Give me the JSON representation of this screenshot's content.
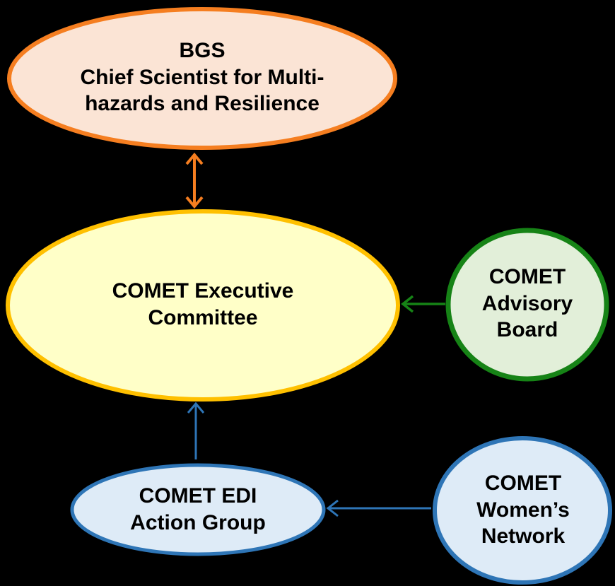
{
  "background_color": "#000000",
  "text_color": "#000000",
  "nodes": {
    "bgs": {
      "text": "BGS\nChief Scientist for Multi-\nhazards and Resilience",
      "fill_color": "#FBE4D5",
      "border_color": "#F57E20"
    },
    "executive_committee": {
      "text": "COMET Executive\nCommittee",
      "fill_color": "#FFFFC8",
      "border_color": "#FFC000"
    },
    "advisory_board": {
      "text": "COMET\nAdvisory\nBoard",
      "fill_color": "#E2EFD9",
      "border_color": "#168316"
    },
    "edi_action_group": {
      "text": "COMET EDI\nAction Group",
      "fill_color": "#DEEBF7",
      "border_color": "#2E75B6"
    },
    "womens_network": {
      "text": "COMET\nWomen’s\nNetwork",
      "fill_color": "#DEEBF7",
      "border_color": "#2E75B6"
    }
  },
  "arrows": {
    "bgs_executive": {
      "color": "#F57E20",
      "style": "double-headed vertical"
    },
    "advisory_to_executive": {
      "color": "#168316",
      "style": "single-headed pointing left"
    },
    "edi_to_executive": {
      "color": "#2E75B6",
      "style": "single-headed pointing up"
    },
    "womens_to_edi": {
      "color": "#2E75B6",
      "style": "single-headed pointing left"
    }
  }
}
